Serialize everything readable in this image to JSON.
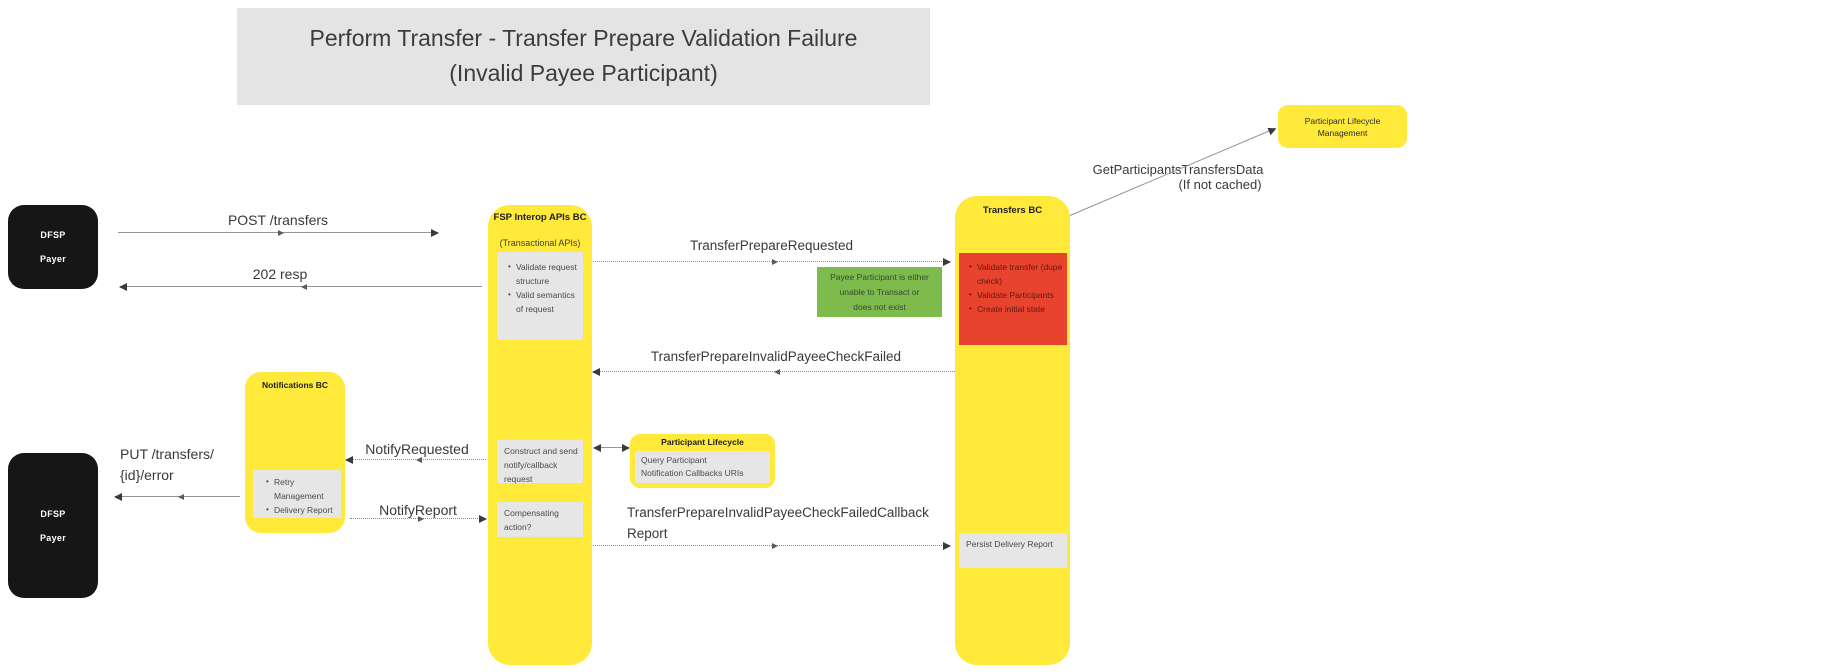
{
  "title": {
    "line1": "Perform Transfer - Transfer Prepare Validation Failure",
    "line2": "(Invalid Payee Participant)"
  },
  "actors": {
    "payer_top": {
      "line1": "DFSP",
      "line2": "Payer"
    },
    "payer_bottom": {
      "line1": "DFSP",
      "line2": "Payer"
    }
  },
  "components": {
    "fsp_interop": {
      "title": "FSP Interop APIs BC",
      "subtitle": "(Transactional APIs)",
      "validation_items": [
        "Validate request structure",
        "Valid semantics of request"
      ],
      "construct_note": "Construct and send notify/callback request",
      "compensating_note": "Compensating action?"
    },
    "transfers": {
      "title": "Transfers BC",
      "validation_items": [
        "Validate transfer (dupe check)",
        "Validate Participants",
        "Create initial state"
      ],
      "persist_note": "Persist Delivery Report"
    },
    "notifications": {
      "title": "Notifications BC",
      "items": [
        "Retry Management",
        "Delivery Report"
      ]
    },
    "participant_lifecycle": {
      "title": "Participant Lifecycle",
      "note": "Query Participant\nNotification Callbacks URIs"
    },
    "participant_lifecycle_mgmt": {
      "label": "Participant Lifecycle\nManagement"
    }
  },
  "annotations": {
    "payee_invalid": "Payee Participant is either\nunable to Transact or\ndoes not exist"
  },
  "messages": {
    "post_transfers": "POST /transfers",
    "resp_202": "202 resp",
    "transfer_prepare_requested": "TransferPrepareRequested",
    "get_participants_data": "GetParticipantsTransfersData",
    "get_participants_condition": "(If not cached)",
    "transfer_prepare_invalid_failed": "TransferPrepareInvalidPayeeCheckFailed",
    "notify_requested": "NotifyRequested",
    "notify_report": "NotifyReport",
    "put_transfers_error": "PUT /transfers/\n{id}/error",
    "callback_report": "TransferPrepareInvalidPayeeCheckFailedCallbackReport"
  },
  "colors": {
    "component_yellow": "#ffe93b",
    "error_red": "#e8432d",
    "success_green": "#7cbb4c",
    "note_gray": "#e6e6e6",
    "actor_black": "#161616",
    "title_gray": "#e4e4e4"
  }
}
